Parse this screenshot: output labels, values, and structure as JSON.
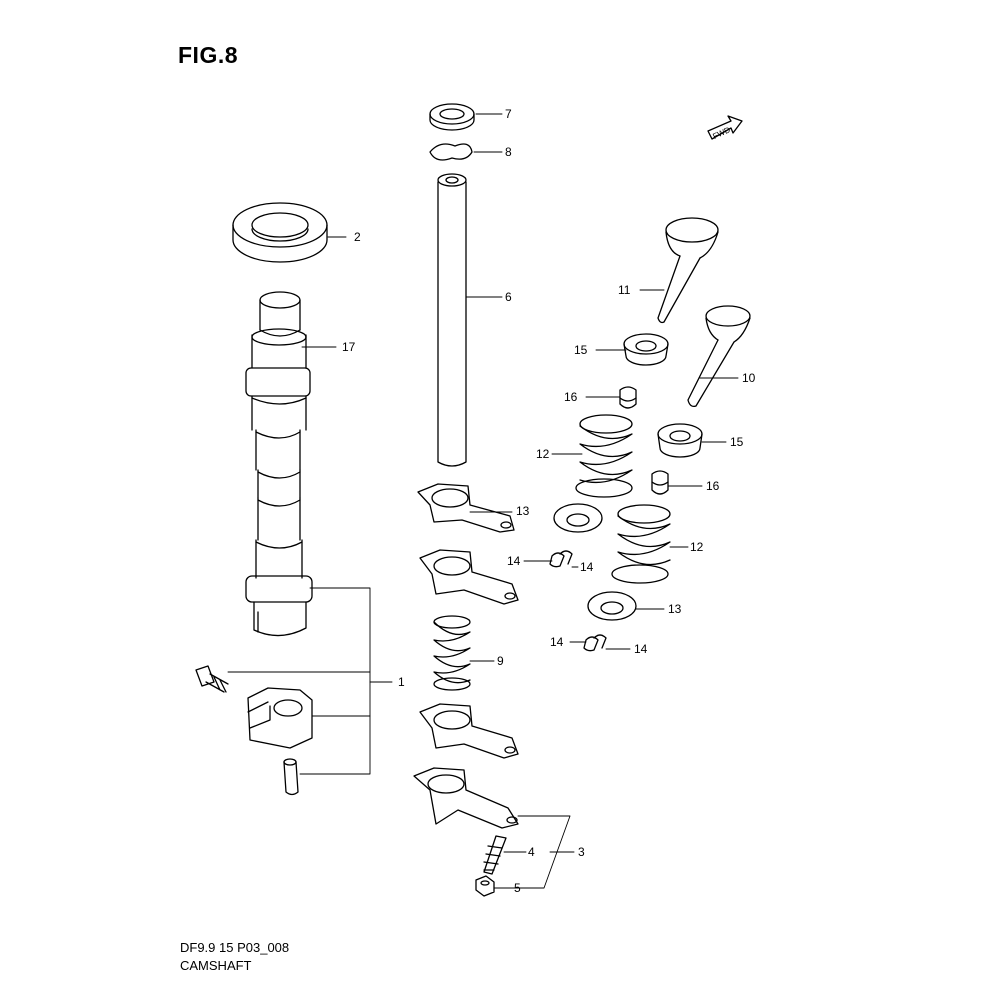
{
  "figure": {
    "title": "FIG.8",
    "code": "DF9.9 15 P03_008",
    "name": "CAMSHAFT",
    "fwd_label": "FWD"
  },
  "callouts": {
    "c1": "1",
    "c2": "2",
    "c3": "3",
    "c4": "4",
    "c5": "5",
    "c6": "6",
    "c7": "7",
    "c8": "8",
    "c9": "9",
    "c10": "10",
    "c11": "11",
    "c12a": "12",
    "c12b": "12",
    "c13a": "13",
    "c13b": "13",
    "c14a": "14",
    "c14b": "14",
    "c14c": "14",
    "c14d": "14",
    "c15a": "15",
    "c15b": "15",
    "c16a": "16",
    "c16b": "16",
    "c17": "17"
  }
}
